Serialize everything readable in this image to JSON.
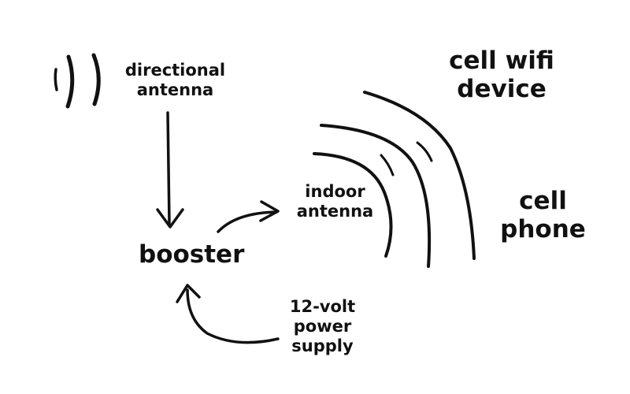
{
  "labels": {
    "directional_antenna": [
      "directional",
      "antenna"
    ],
    "booster": "booster",
    "indoor_antenna": [
      "indoor",
      "antenna"
    ],
    "power_supply": [
      "12-volt",
      "power",
      "supply"
    ],
    "cell_wifi_device": [
      "cell wifi",
      "device"
    ],
    "cell_phone": [
      "cell",
      "phone"
    ]
  },
  "colors": {
    "ink": "#111111",
    "background": "#ffffff"
  }
}
